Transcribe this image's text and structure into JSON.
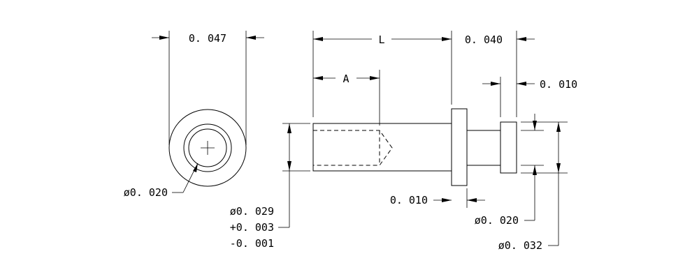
{
  "dimensions": {
    "head_width": "0. 047",
    "length": "L",
    "thread_depth": "A",
    "flange_to_end": "0. 040",
    "collar_width": "0. 010",
    "flange_thickness": "0. 010",
    "bore_diameter": "ø0. 020",
    "body_diameter": "ø0. 029",
    "body_tol_plus": "+0. 003",
    "body_tol_minus": "-0. 001",
    "neck_diameter": "ø0. 020",
    "collar_diameter": "ø0. 032"
  }
}
